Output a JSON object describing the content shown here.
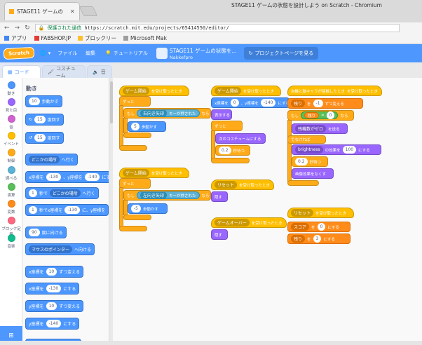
{
  "window": {
    "tab_title": "STAGE11 ゲームの",
    "title": "STAGE11 ゲームの状態を設計しよう on Scratch - Chromium"
  },
  "omnibox": {
    "secure_label": "保護された通信",
    "url": "https://scratch.mit.edu/projects/65414550/editor/"
  },
  "bookmarks": [
    "アプリ",
    "FABSHOP.JP",
    "ブロックリー",
    "Microsoft Mak"
  ],
  "menu": {
    "logo": "Scratch",
    "file": "ファイル",
    "edit": "編集",
    "tutorials": "チュートリアル",
    "project_title": "STAGE11 ゲームの状態を...",
    "author": "Nakkefpro",
    "see_project_page": "プロジェクトページを見る"
  },
  "tabs": {
    "code": "コード",
    "costumes": "コスチューム",
    "sounds": "音"
  },
  "categories": [
    {
      "label": "動き",
      "color": "#4c97ff"
    },
    {
      "label": "見た目",
      "color": "#9966ff"
    },
    {
      "label": "音",
      "color": "#cf63cf"
    },
    {
      "label": "イベント",
      "color": "#ffbf00"
    },
    {
      "label": "制御",
      "color": "#ffab19"
    },
    {
      "label": "調べる",
      "color": "#5cb1d6"
    },
    {
      "label": "演算",
      "color": "#59c059"
    },
    {
      "label": "変数",
      "color": "#ff8c1a"
    },
    {
      "label": "ブロック定義",
      "color": "#ff6680"
    },
    {
      "label": "音楽",
      "color": "#0fbd8c"
    }
  ],
  "palette": {
    "heading": "動き",
    "move": {
      "n": "10",
      "t": "歩動かす"
    },
    "turn_right": {
      "n": "15",
      "t": "度回す"
    },
    "turn_left": {
      "n": "15",
      "t": "度回す"
    },
    "goto": {
      "dd": "どこかの場所",
      "t": "へ行く"
    },
    "goto_xy": {
      "a": "x座標を",
      "x": "-130",
      "b": "、y座標を",
      "y": "-140",
      "c": "にする"
    },
    "glide": {
      "n": "1",
      "a": "秒で",
      "dd": "どこかの場所",
      "b": "へ行く"
    },
    "glide_xy": {
      "n": "1",
      "a": "秒でx座標を",
      "x": "-130",
      "b": "に、y座標を"
    },
    "point_dir": {
      "n": "90",
      "t": "度に向ける"
    },
    "point_towards": {
      "dd": "マウスのポインター",
      "t": "へ向ける"
    },
    "change_x": {
      "a": "x座標を",
      "n": "10",
      "b": "ずつ変える"
    },
    "set_x": {
      "a": "x座標を",
      "n": "-130",
      "b": "にする"
    },
    "change_y": {
      "a": "y座標を",
      "n": "10",
      "b": "ずつ変える"
    },
    "set_y": {
      "a": "y座標を",
      "n": "-140",
      "b": "にする"
    }
  },
  "ws": {
    "hat_a": {
      "dd": "ゲーム開始",
      "t": "を受け取ったとき"
    },
    "forever": "ずっと",
    "if": "もし",
    "key_right": {
      "dd": "右向き矢印",
      "t": "キーが押された"
    },
    "then": "なら",
    "move5": {
      "n": "5",
      "t": "歩動かす"
    },
    "hat_b": {
      "dd": "ゲーム開始",
      "t": "を受け取ったとき"
    },
    "key_left": {
      "dd": "左向き矢印",
      "t": "キーが押された"
    },
    "move_neg5": {
      "n": "-5",
      "t": "歩動かす"
    },
    "hat_c": {
      "dd": "ゲーム開始",
      "t": "を受け取ったとき"
    },
    "goto_xy": {
      "a": "x座標を",
      "x": "0",
      "b": "、y座標を",
      "y": "-140",
      "c": "にする"
    },
    "show": "表示する",
    "forever_c": "ずっと",
    "next_costume": "次のコスチュームにする",
    "wait_c": {
      "n": "0.2",
      "t": "秒待つ"
    },
    "hat_reset": {
      "dd": "リセット",
      "t": "を受け取ったとき"
    },
    "hide": "隠す",
    "hat_over": {
      "dd": "ゲームオーバー",
      "t": "を受け取ったとき"
    },
    "hide2": "隠す",
    "hat_touch": {
      "t": "自機と敵キャラが接触したとき",
      "t2": "を受け取ったとき"
    },
    "change_life": {
      "dd": "残り",
      "a": "を",
      "n": "-1",
      "b": "ずつ変える"
    },
    "if2": "もし",
    "life_label": "残り",
    "eq_n": "0",
    "then2": "なら",
    "broadcast": {
      "dd": "残機数がゼロ",
      "t": "を送る"
    },
    "else": "でなければ",
    "brightness": {
      "dd": "brightness",
      "a": "の効果を",
      "n": "100",
      "b": "にする"
    },
    "wait2": {
      "n": "0.2",
      "t": "秒待つ"
    },
    "clear_fx": "画像効果をなくす",
    "hat_reset2": {
      "dd": "リセット",
      "t": "を受け取ったとき"
    },
    "set_score": {
      "dd": "スコア",
      "a": "を",
      "n": "0",
      "b": "にする"
    },
    "set_life": {
      "dd": "残り",
      "a": "を",
      "n": "3",
      "b": "にする"
    }
  }
}
